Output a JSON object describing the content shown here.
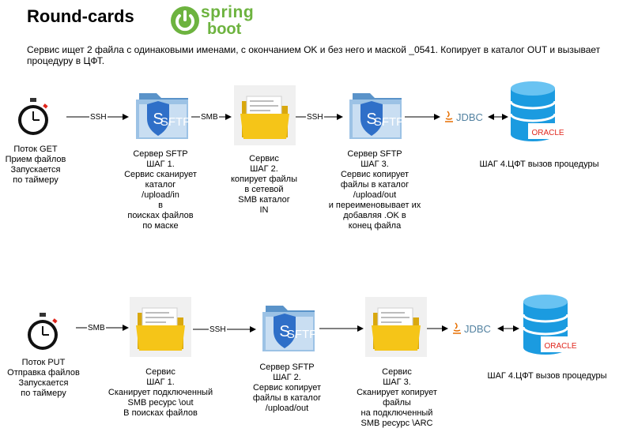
{
  "title": "Round-cards",
  "logo": {
    "name": "spring",
    "sub": "boot",
    "color": "#6db33f"
  },
  "description": "Сервис ищет 2 файла с одинаковыми именами, с окончанием OK и без него и маской _0541. Копирует в каталог OUT и вызывает процедуру в ЦФТ.",
  "icons": {
    "sftp_text": "SFTP",
    "sftp_shield_letter": "S",
    "jdbc_text": "JDBC",
    "oracle_text": "ORACLE"
  },
  "flow_get": {
    "timer": "Поток GET\nПрием файлов\nЗапускается\nпо таймеру",
    "edge1": "SSH",
    "step1": "Сервер SFTP\nШАГ 1.\nСервис сканирует\nкаталог\n/upload/in\nв\nпоисках файлов\nпо маске",
    "edge2": "SMB",
    "step2": "Сервис\nШАГ 2.\nкопирует файлы\nв сетевой\nSMB каталог\nIN",
    "edge3": "SSH",
    "step3": "Сервер SFTP\nШАГ 3.\nСервис копирует\nфайлы в каталог\n/upload/out\nи переименовывает их\nдобавляя .OK в\nконец файла",
    "step4": "ШАГ 4.ЦФТ вызов процедуры"
  },
  "flow_put": {
    "timer": "Поток PUT\nОтправка файлов\nЗапускается\nпо таймеру",
    "edge1": "SMB",
    "step1": "Сервис\nШАГ 1.\nСканирует подключенный\nSMB ресурс \\out\nВ поисках файлов",
    "edge2": "SSH",
    "step2": "Сервер SFTP\nШАГ 2.\nСервис копирует\nфайлы в каталог\n/upload/out",
    "step3": "Сервис\nШАГ 3.\nСканирует копирует\nфайлы\nна подключенный\nSMB ресурс \\ARC",
    "step4": "ШАГ 4.ЦФТ вызов процедуры"
  },
  "colors": {
    "folder": "#f5c518",
    "sftp_blue": "#2f6fc8",
    "db_blue": "#1b9be0",
    "oracle_red": "#e0261c"
  }
}
